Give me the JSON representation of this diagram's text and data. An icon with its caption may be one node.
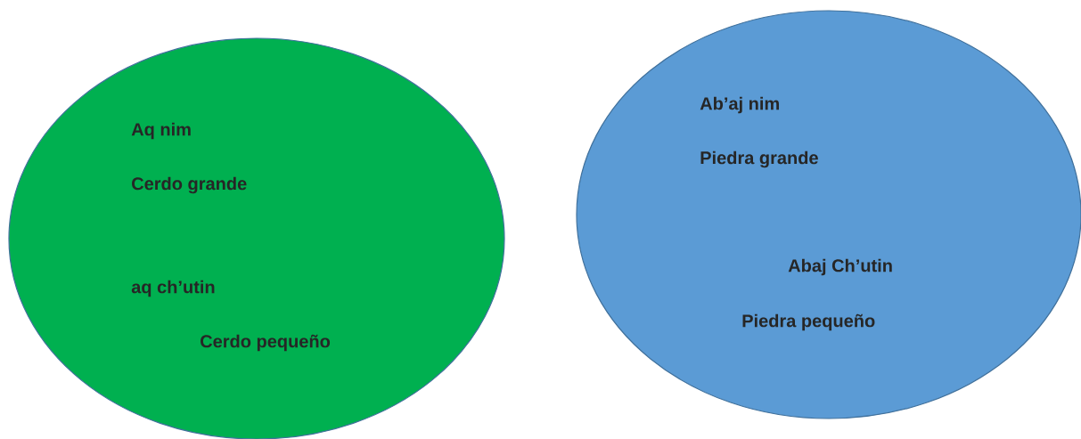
{
  "diagram": {
    "nodes": [
      {
        "text": [
          "Aq nim",
          "Cerdo grande",
          "aq ch’utin",
          "Cerdo pequeño"
        ]
      },
      {
        "text": [
          "Ab’aj nim",
          "Piedra grande",
          "Abaj Ch’utin",
          "Piedra pequeño"
        ]
      }
    ]
  }
}
